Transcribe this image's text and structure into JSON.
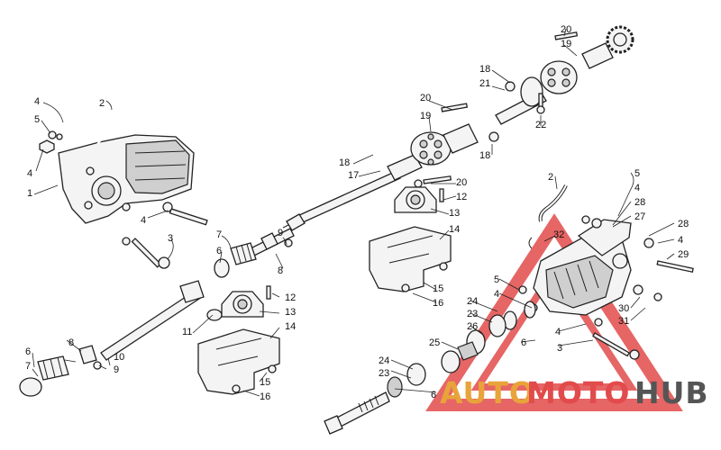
{
  "labels": [
    {
      "id": "l1",
      "text": "1"
    },
    {
      "id": "l2a",
      "text": "2"
    },
    {
      "id": "l4a",
      "text": "4"
    },
    {
      "id": "l5a",
      "text": "5"
    },
    {
      "id": "l4b",
      "text": "4"
    },
    {
      "id": "l4c",
      "text": "4"
    },
    {
      "id": "l3a",
      "text": "3"
    },
    {
      "id": "l7a",
      "text": "7"
    },
    {
      "id": "l6a",
      "text": "6"
    },
    {
      "id": "l9a",
      "text": "9"
    },
    {
      "id": "l8a",
      "text": "8"
    },
    {
      "id": "l18a",
      "text": "18"
    },
    {
      "id": "l17",
      "text": "17"
    },
    {
      "id": "l19a",
      "text": "19"
    },
    {
      "id": "l20a",
      "text": "20"
    },
    {
      "id": "l21",
      "text": "21"
    },
    {
      "id": "l18b",
      "text": "18"
    },
    {
      "id": "l18c",
      "text": "18"
    },
    {
      "id": "l22",
      "text": "22"
    },
    {
      "id": "l20b",
      "text": "20"
    },
    {
      "id": "l19b",
      "text": "19"
    },
    {
      "id": "l20c",
      "text": "20"
    },
    {
      "id": "l12a",
      "text": "12"
    },
    {
      "id": "l13a",
      "text": "13"
    },
    {
      "id": "l14a",
      "text": "14"
    },
    {
      "id": "l15a",
      "text": "15"
    },
    {
      "id": "l16a",
      "text": "16"
    },
    {
      "id": "l12b",
      "text": "12"
    },
    {
      "id": "l13b",
      "text": "13"
    },
    {
      "id": "l14b",
      "text": "14"
    },
    {
      "id": "l11",
      "text": "11"
    },
    {
      "id": "l10",
      "text": "10"
    },
    {
      "id": "l9b",
      "text": "9"
    },
    {
      "id": "l8b",
      "text": "8"
    },
    {
      "id": "l6b",
      "text": "6"
    },
    {
      "id": "l7b",
      "text": "7"
    },
    {
      "id": "l15b",
      "text": "15"
    },
    {
      "id": "l16b",
      "text": "16"
    },
    {
      "id": "l2b",
      "text": "2"
    },
    {
      "id": "l5b",
      "text": "5"
    },
    {
      "id": "l4d",
      "text": "4"
    },
    {
      "id": "l28a",
      "text": "28"
    },
    {
      "id": "l27",
      "text": "27"
    },
    {
      "id": "l28b",
      "text": "28"
    },
    {
      "id": "l4e",
      "text": "4"
    },
    {
      "id": "l29",
      "text": "29"
    },
    {
      "id": "l32",
      "text": "32"
    },
    {
      "id": "l5c",
      "text": "5"
    },
    {
      "id": "l4f",
      "text": "4"
    },
    {
      "id": "l24a",
      "text": "24"
    },
    {
      "id": "l23a",
      "text": "23"
    },
    {
      "id": "l26",
      "text": "26"
    },
    {
      "id": "l25",
      "text": "25"
    },
    {
      "id": "l30",
      "text": "30"
    },
    {
      "id": "l31",
      "text": "31"
    },
    {
      "id": "l4g",
      "text": "4"
    },
    {
      "id": "l6c",
      "text": "6"
    },
    {
      "id": "l3b",
      "text": "3"
    },
    {
      "id": "l24b",
      "text": "24"
    },
    {
      "id": "l23b",
      "text": "23"
    },
    {
      "id": "l6d",
      "text": "6"
    }
  ],
  "watermark": {
    "text_auto": "AUTO",
    "text_moto": "MOTO",
    "text_hub": "HUB",
    "colors": {
      "auto": "#e8a33a",
      "moto": "#e24b4b",
      "hub": "#555555",
      "triangle": "#e24b4b"
    }
  }
}
